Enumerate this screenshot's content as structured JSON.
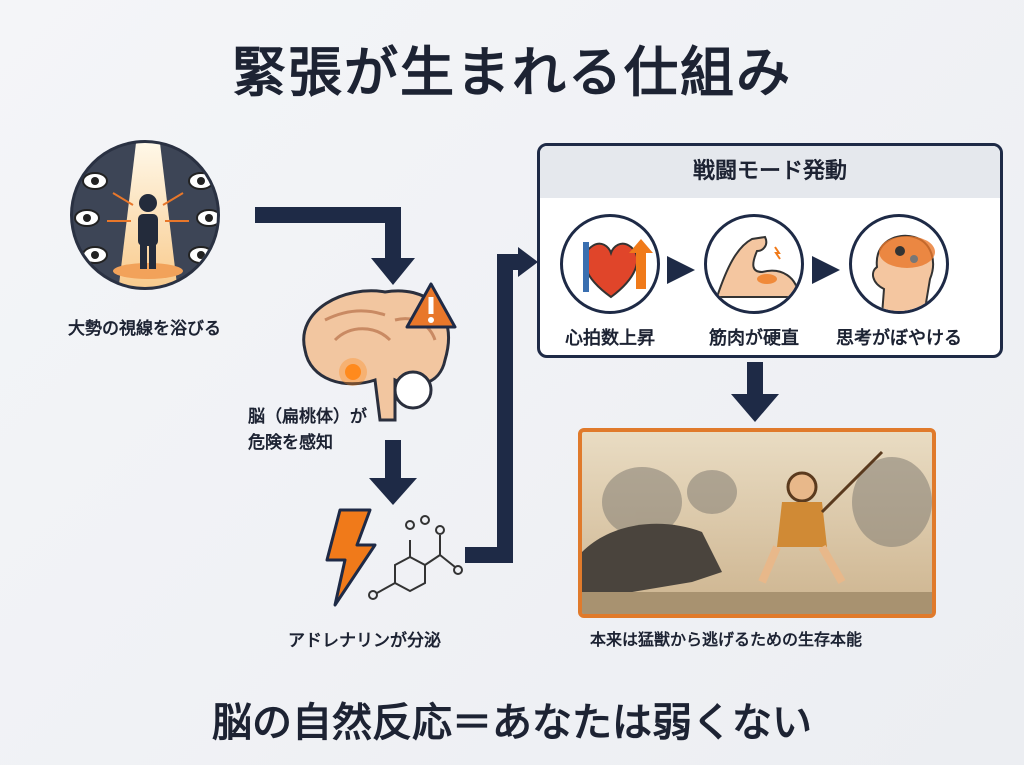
{
  "title": "緊張が生まれる仕組み",
  "steps": {
    "gaze": "大勢の視線を浴びる",
    "brain_line1": "脳（扁桃体）が",
    "brain_line2": "危険を感知",
    "adrenaline": "アドレナリンが分泌"
  },
  "fight_mode": {
    "header": "戦闘モード発動",
    "effects": [
      {
        "label": "心拍数上昇",
        "icon": "heart-icon"
      },
      {
        "label": "筋肉が硬直",
        "icon": "flexed-arm-icon"
      },
      {
        "label": "思考がぼやける",
        "icon": "foggy-head-icon"
      }
    ]
  },
  "scene_caption": "本来は猛獣から逃げるための生存本能",
  "conclusion": "脳の自然反応＝あなたは弱くない",
  "colors": {
    "navy": "#1e2a46",
    "orange": "#e8772a",
    "header_gray": "#e5e8ed"
  }
}
